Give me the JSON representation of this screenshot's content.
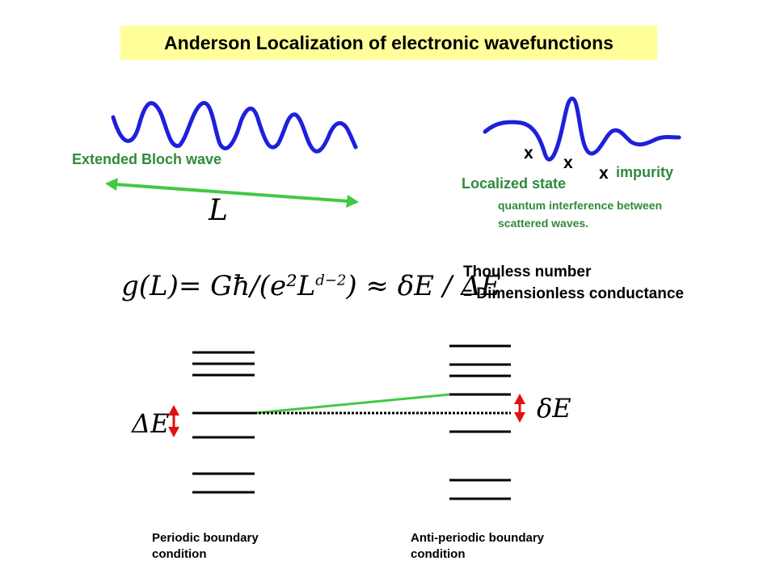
{
  "title": "Anderson Localization of electronic wavefunctions",
  "extended": {
    "label": "Extended Bloch wave",
    "length_symbol": "L"
  },
  "localized": {
    "label": "Localized state",
    "note_line1": "quantum interference between",
    "note_line2": "scattered waves.",
    "impurity_label": "impurity",
    "impurity_marks": [
      "x",
      "x",
      "x"
    ]
  },
  "formula": {
    "lhs": "g(L)",
    "rhs": "= Għ/(e²L",
    "exponent": "d−2",
    "tail": ") ≈ δE / ΔE"
  },
  "thouless": {
    "line1": "Thouless number",
    "line2": "= Dimensionless conductance"
  },
  "levels": {
    "delta_big": "ΔE",
    "delta_small": "δE",
    "periodic_caption_line1": "Periodic boundary",
    "periodic_caption_line2": "condition",
    "antiperiodic_caption_line1": "Anti-periodic boundary",
    "antiperiodic_caption_line2": "condition"
  },
  "colors": {
    "title_bg": "#ffff99",
    "wave": "#1f1fdd",
    "arrow_green": "#44c844",
    "text_green": "#2e8b3a",
    "arrow_red": "#e01010"
  }
}
